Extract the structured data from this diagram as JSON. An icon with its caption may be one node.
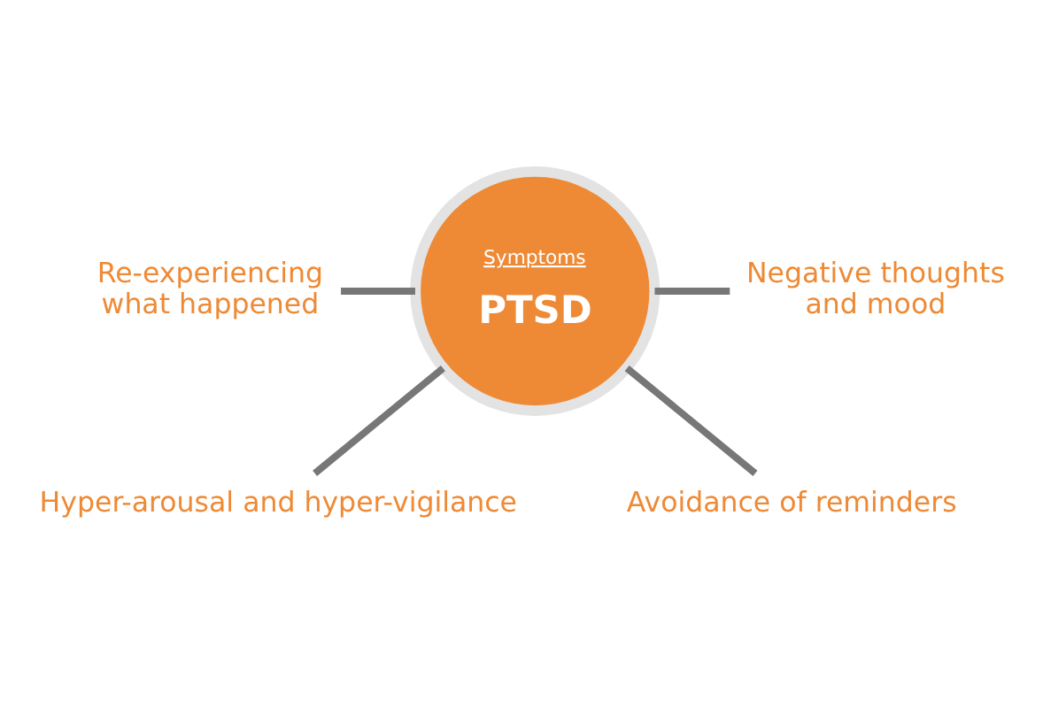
{
  "diagram": {
    "nodes": [
      {
        "text": [
          "Hyper-arousal and hyper-vigilance"
        ]
      },
      {
        "text": [
          "Re-experiencing what happened"
        ]
      },
      {
        "text": [
          "Symptoms",
          "PTSD"
        ]
      },
      {
        "text": [
          "Negative thoughts and mood"
        ]
      },
      {
        "text": [
          "Avoidance of reminders"
        ]
      }
    ],
    "edges": [
      {
        "from": 2,
        "to": 0,
        "arrow": "none"
      },
      {
        "from": 2,
        "to": 1,
        "arrow": "none"
      },
      {
        "from": 2,
        "to": 3,
        "arrow": "none"
      },
      {
        "from": 2,
        "to": 4,
        "arrow": "none"
      }
    ]
  }
}
